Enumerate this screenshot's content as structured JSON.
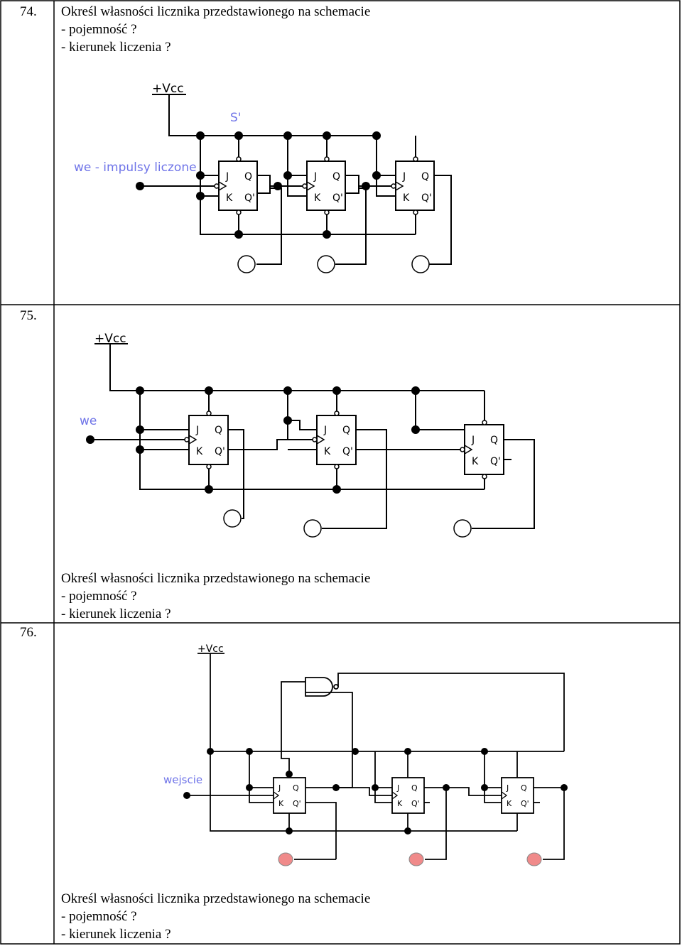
{
  "problems": [
    {
      "number": "74.",
      "question": "Określ własności licznika przedstawionego na schemacie",
      "sub1": "- pojemność ?",
      "sub2": "- kierunek liczenia ?",
      "labels": {
        "vcc": "+Vcc",
        "set": "S'",
        "input": "we - impulsy liczone"
      }
    },
    {
      "number": "75.",
      "question": "Określ własności licznika przedstawionego na schemacie",
      "sub1": "- pojemność ?",
      "sub2": "- kierunek liczenia ?",
      "labels": {
        "vcc": "+Vcc",
        "input": "we"
      }
    },
    {
      "number": "76.",
      "question": "Określ własności licznika przedstawionego na schemacie",
      "sub1": "- pojemność ?",
      "sub2": "- kierunek liczenia ?",
      "labels": {
        "vcc": "+Vcc",
        "input": "wejscie"
      }
    }
  ],
  "flipflop": {
    "j": "J",
    "k": "K",
    "q": "Q",
    "qn": "Q'"
  },
  "colors": {
    "label_blue": "#6f74e8",
    "led_red": "#f08a8a",
    "line": "#000000"
  }
}
